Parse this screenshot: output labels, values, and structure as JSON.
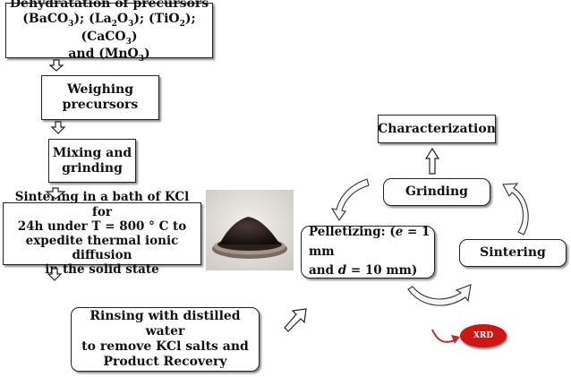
{
  "steps": {
    "dehydration": {
      "line1": "Dehydratation of precursors",
      "line2_parts": [
        "(BaCO",
        "3",
        "); (La",
        "2",
        "O",
        "3",
        "); (TiO",
        "2",
        "); (CaCO",
        "3",
        ")"
      ],
      "line3_parts": [
        "and (MnO",
        "3",
        ")"
      ]
    },
    "weighing": {
      "line1": "Weighing",
      "line2": "precursors"
    },
    "mixing": {
      "line1": "Mixing and",
      "line2": "grinding"
    },
    "sintering_kcl": {
      "line1": "Sintering in a bath of  KCl for",
      "line2": "24h under T = 800 ° C  to",
      "line3": "expedite thermal ionic diffusion",
      "line4": "in the solid state"
    },
    "rinsing": {
      "line1": "Rinsing with distilled water",
      "line2": "to remove KCl salts and",
      "line3": "Product Recovery"
    }
  },
  "cycle": {
    "characterization": "Characterization",
    "grinding": "Grinding",
    "sintering": "Sintering",
    "pelletizing": {
      "prefix": "Pelletizing: (",
      "e_var": "e",
      "e_rest": " = 1 mm",
      "and_text": "and ",
      "d_var": "d",
      "d_rest": " = 10 mm)"
    },
    "xrd": "XRD"
  },
  "colors": {
    "xrd_fill": "#d01515",
    "xrd_arrow": "#c62828",
    "box_border": "#222222"
  }
}
